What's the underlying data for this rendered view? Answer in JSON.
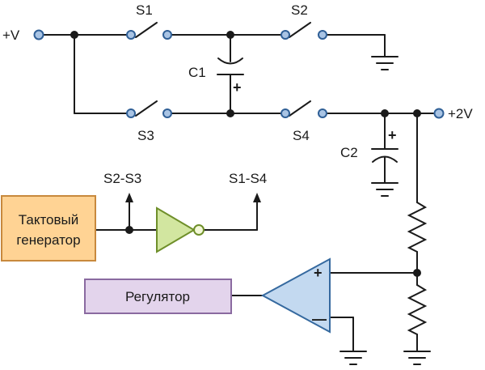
{
  "labels": {
    "vin": "+V",
    "vout": "+2V",
    "s1": "S1",
    "s2": "S2",
    "s3": "S3",
    "s4": "S4",
    "c1": "C1",
    "c2": "C2",
    "ctrl_s2s3": "S2-S3",
    "ctrl_s1s4": "S1-S4",
    "plus": "+",
    "minus": "—"
  },
  "blocks": {
    "clock_line1": "Тактовый",
    "clock_line2": "генератор",
    "regulator": "Регулятор"
  },
  "colors": {
    "wire": "#1a1a1a",
    "terminal_fill": "#a9c4e4",
    "terminal_stroke": "#2f5f96",
    "clock_fill": "#ffd394",
    "clock_stroke": "#c8893d",
    "regulator_fill": "#e3d4ec",
    "regulator_stroke": "#8a6aa0",
    "opamp_fill": "#c3d9f0",
    "opamp_stroke": "#35699f",
    "inverter_fill": "#d2e6a0",
    "inverter_stroke": "#6f8f2a",
    "bubble_fill": "#f3f8d8"
  }
}
